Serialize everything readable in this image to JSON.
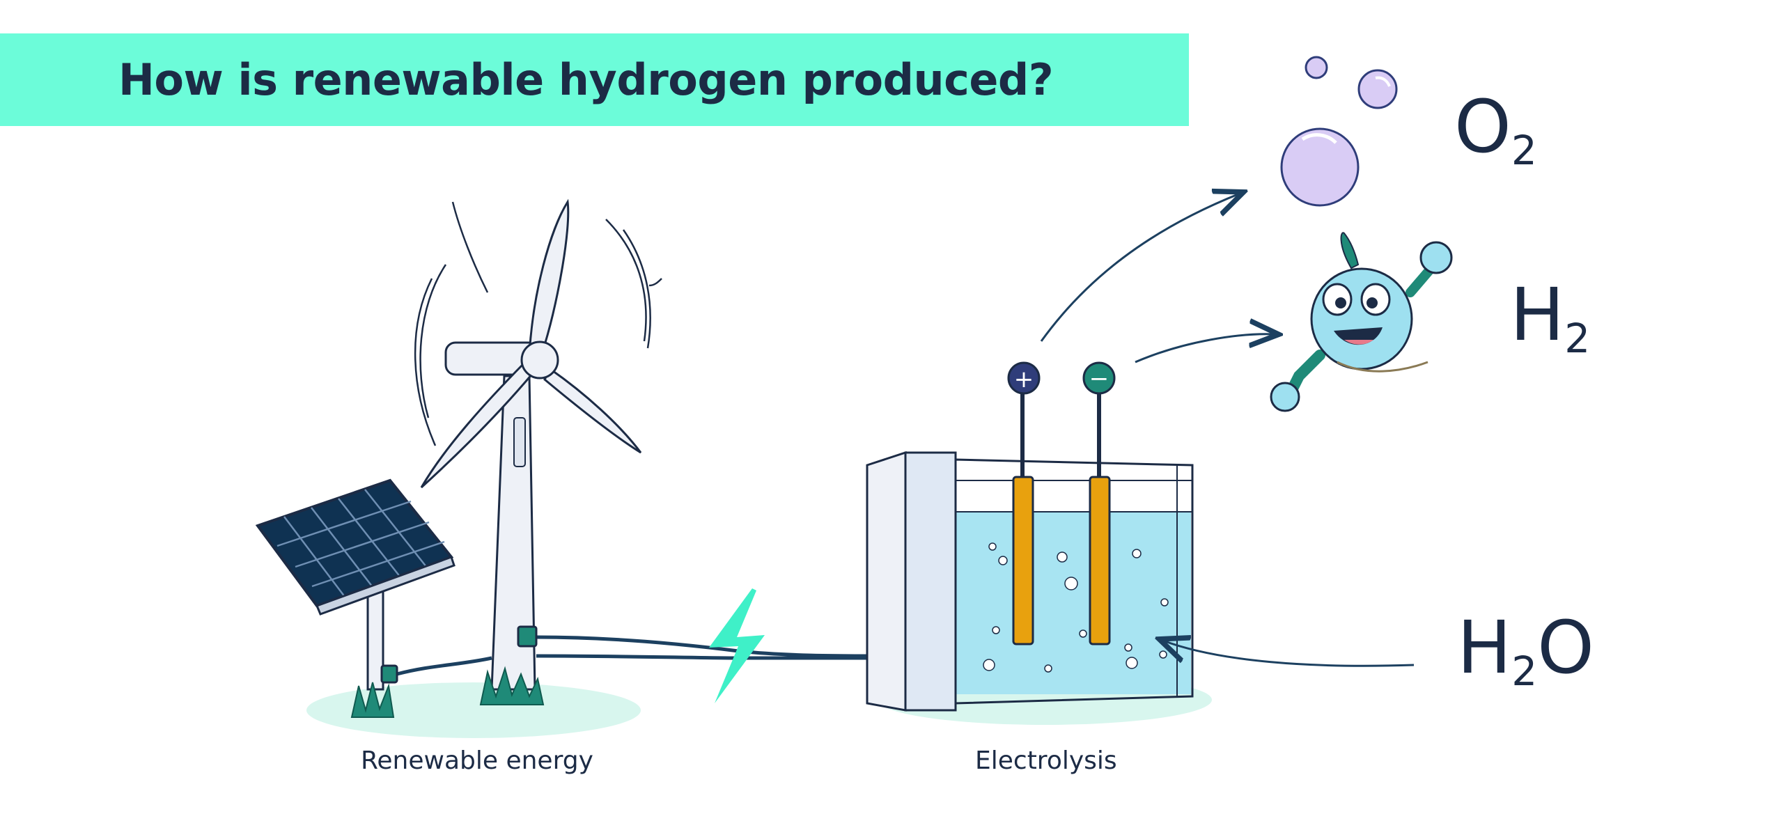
{
  "title": "How is renewable hydrogen produced?",
  "captions": {
    "renewable": "Renewable energy",
    "electrolysis": "Electrolysis"
  },
  "molecules": {
    "oxygen": {
      "base": "O",
      "sub": "2"
    },
    "hydrogen": {
      "base": "H",
      "sub": "2"
    },
    "water": {
      "base1": "H",
      "sub": "2",
      "base2": "O"
    }
  },
  "electrodes": {
    "anode_sign": "+",
    "cathode_sign": "−"
  },
  "colors": {
    "banner": "#6cfcd9",
    "ink": "#1c2b45",
    "water": "#a8e4f2",
    "electrode": "#e8a10e",
    "bolt": "#3ff0c8",
    "bubble": "#d9ccf5",
    "panel": "#0f3252",
    "grass": "#1f8a78",
    "ground": "#d8f6ee"
  }
}
